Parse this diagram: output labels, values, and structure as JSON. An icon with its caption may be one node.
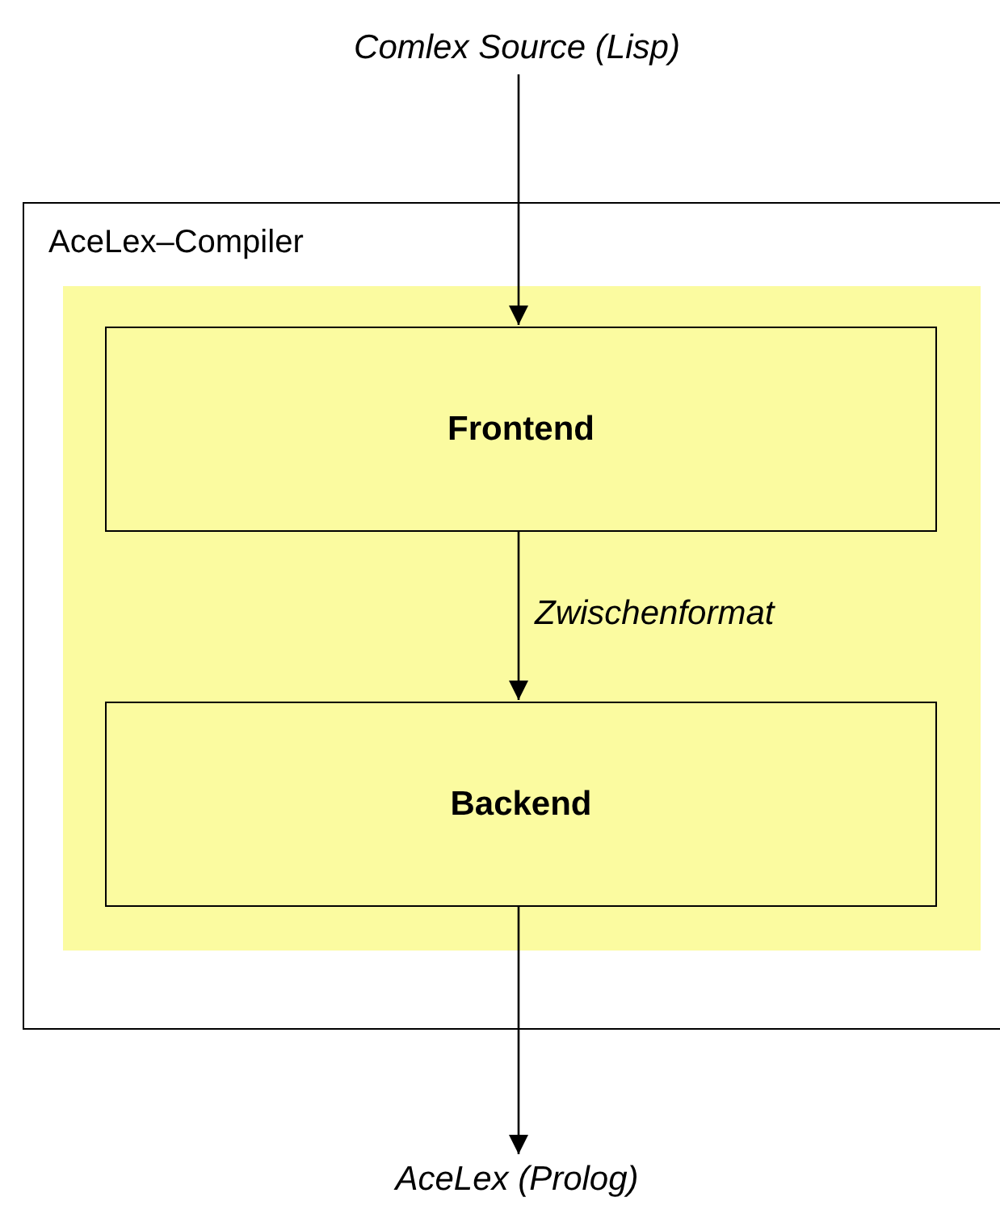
{
  "diagram": {
    "nodes": [
      {
        "text": [
          "Comlex Source (Lisp)"
        ]
      },
      {
        "text": [
          "AceLex–Compiler"
        ]
      },
      {
        "text": [],
        "shape": "box",
        "in": 1
      },
      {
        "text": [
          "Frontend"
        ],
        "in": 2
      },
      {
        "text": [
          "Backend"
        ],
        "in": 2
      },
      {
        "text": [
          "AceLex (Prolog)"
        ]
      }
    ],
    "edges": [
      {
        "from": 0,
        "to": 3,
        "arrow": "to"
      },
      {
        "from": 3,
        "to": 4,
        "arrow": "to",
        "label": "Zwischenformat"
      },
      {
        "from": 4,
        "to": 5,
        "arrow": "to"
      }
    ]
  }
}
